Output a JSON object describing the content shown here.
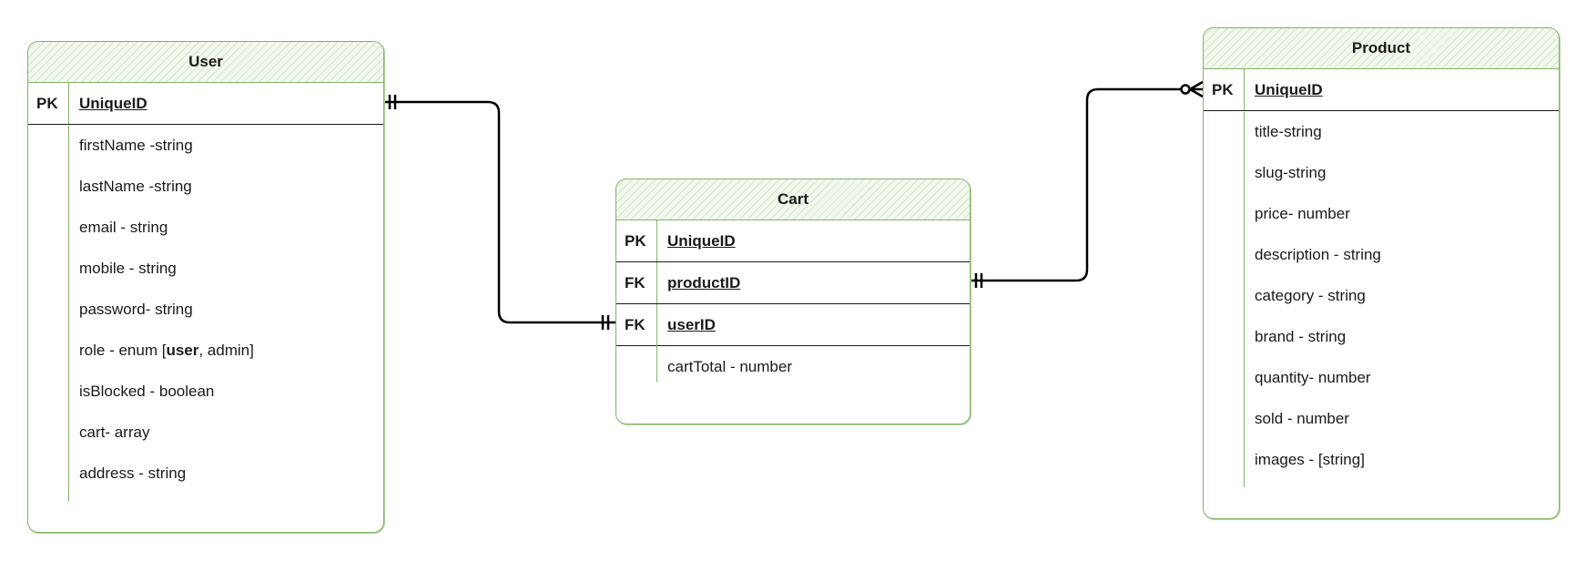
{
  "entities": {
    "user": {
      "title": "User",
      "key": {
        "type": "PK",
        "field": "UniqueID"
      },
      "attributes": [
        "firstName -string",
        "lastName -string",
        "email - string",
        "mobile - string",
        "password- string",
        "role - enum [user, admin]",
        "isBlocked - boolean",
        "cart- array",
        "address - string"
      ]
    },
    "cart": {
      "title": "Cart",
      "keys": [
        {
          "type": "PK",
          "field": "UniqueID"
        },
        {
          "type": "FK",
          "field": "productID"
        },
        {
          "type": "FK",
          "field": "userID"
        }
      ],
      "attributes": [
        "cartTotal - number"
      ]
    },
    "product": {
      "title": "Product",
      "key": {
        "type": "PK",
        "field": "UniqueID"
      },
      "attributes": [
        "title-string",
        "slug-string",
        "price- number",
        "description - string",
        "category - string",
        "brand - string",
        "quantity- number",
        "sold - number",
        "images - [string]"
      ]
    }
  },
  "relationships": [
    {
      "from": "User.UniqueID",
      "to": "Cart.userID",
      "from_end": "one-and-only-one",
      "to_end": "one-and-only-one"
    },
    {
      "from": "Cart.productID",
      "to": "Product.UniqueID",
      "from_end": "one-and-only-one",
      "to_end": "zero-or-many"
    }
  ],
  "colors": {
    "entity_border": "#82b366",
    "header_hatch": "#82b366",
    "connector": "#000000"
  }
}
